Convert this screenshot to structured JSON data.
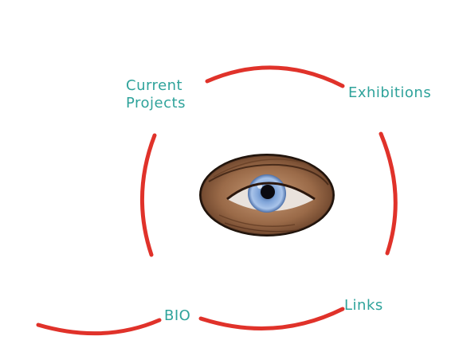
{
  "nav": {
    "current_projects_line1": "Current",
    "current_projects_line2": "Projects",
    "exhibitions": "Exhibitions",
    "bio": "BIO",
    "links": "Links"
  },
  "colors": {
    "ring_red": "#e0322a",
    "link_teal": "#2fa39b",
    "eye_brown": "#8a5a3c",
    "iris_blue": "#7fa4d8"
  },
  "icons": {
    "center": "eye-icon"
  }
}
